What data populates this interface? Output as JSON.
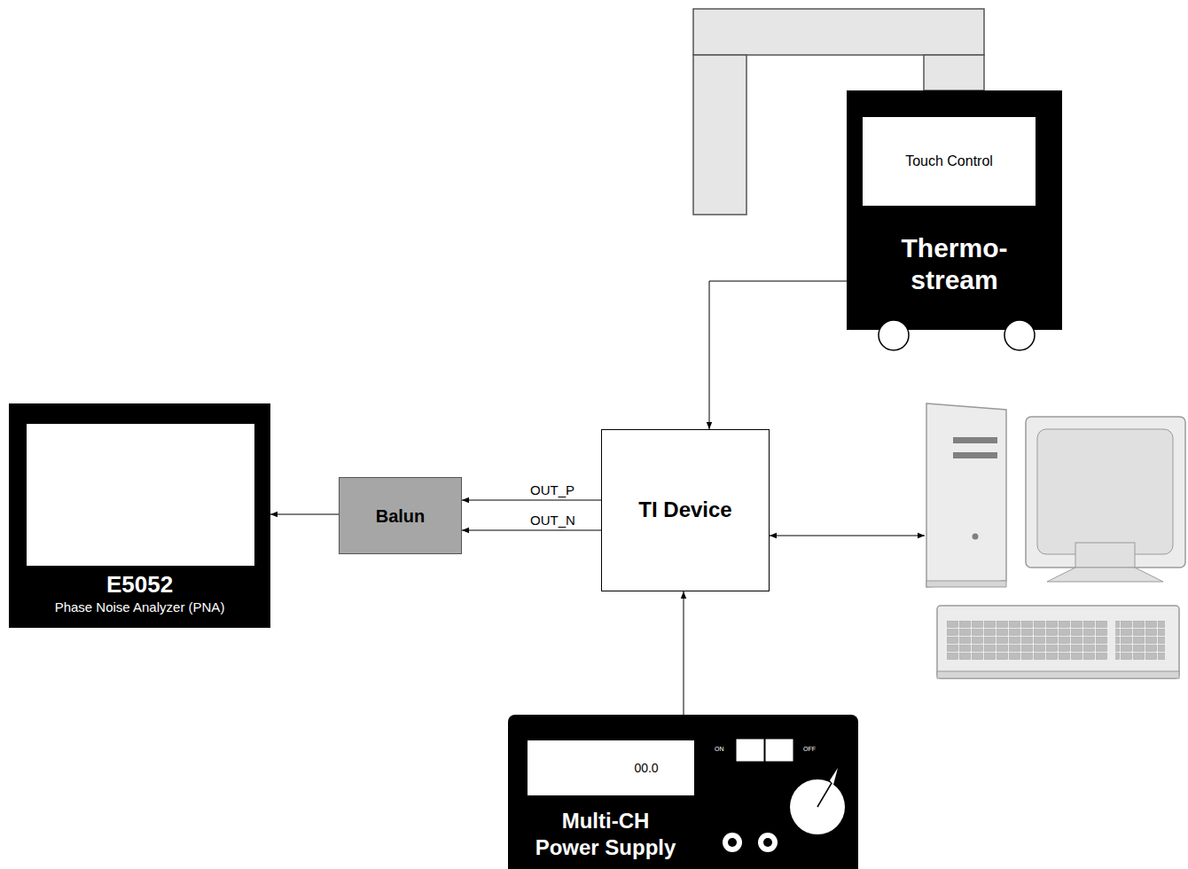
{
  "diagram": {
    "nodes": [
      {
        "text": [
          "Thermo- stream"
        ]
      },
      {
        "text": [
          "Touch Control"
        ],
        "in": 0
      },
      {
        "text": [
          "E5052",
          "Phase Noise Analyzer (PNA)"
        ]
      },
      {
        "text": [
          "Balun"
        ]
      },
      {
        "text": [
          "TI Device"
        ]
      },
      {
        "text": [
          "Multi-CH Power Supply"
        ]
      },
      {
        "text": [
          "00.0"
        ],
        "in": 5
      }
    ],
    "edges": [
      {
        "from": 0,
        "to": 4,
        "arrow": "to"
      },
      {
        "from": 4,
        "to": 3,
        "label": "OUT_P",
        "arrow": "to"
      },
      {
        "from": 4,
        "to": 3,
        "label": "OUT_N",
        "arrow": "to"
      },
      {
        "from": 3,
        "to": 2,
        "arrow": "to"
      },
      {
        "from": 5,
        "to": 4,
        "arrow": "to"
      }
    ],
    "labels": [
      "ON",
      "OFF"
    ]
  }
}
